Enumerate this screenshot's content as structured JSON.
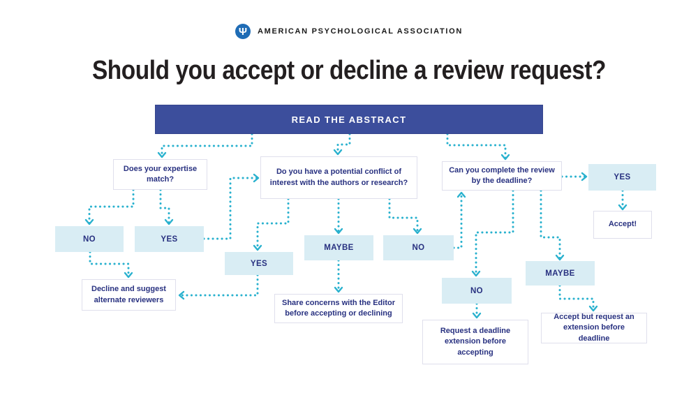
{
  "brand": {
    "logo_symbol": "Ψ",
    "logo_name": "apa-psi-logo",
    "org_name": "AMERICAN PSYCHOLOGICAL ASSOCIATION"
  },
  "title": "Should you accept or decline a review request?",
  "colors": {
    "banner_blue": "#3C4E9C",
    "light_blue_box": "#D9EDF4",
    "navy_text": "#283180",
    "arrow_teal": "#29B1CE",
    "white_box_border": "#DFDFEC",
    "logo_blue": "#1F6CB5",
    "title_color": "#231F20"
  },
  "flowchart": {
    "nodes": {
      "read_abstract": "READ THE ABSTRACT",
      "q_expertise": "Does your expertise match?",
      "q_conflict": "Do you have a potential conflict of interest with the authors or research?",
      "q_deadline": "Can you complete the review by the deadline?",
      "expertise_no": "NO",
      "expertise_yes": "YES",
      "decline_suggest": "Decline and suggest alternate reviewers",
      "conflict_yes": "YES",
      "conflict_maybe": "MAYBE",
      "conflict_no": "NO",
      "share_concerns": "Share concerns with the Editor before accepting or declining",
      "deadline_yes": "YES",
      "deadline_no": "NO",
      "deadline_maybe": "MAYBE",
      "accept": "Accept!",
      "request_extension": "Request a deadline extension before accepting",
      "accept_extension": "Accept but request an extension before deadline"
    },
    "edges": [
      {
        "from": "read_abstract",
        "to": "q_expertise"
      },
      {
        "from": "read_abstract",
        "to": "q_conflict"
      },
      {
        "from": "read_abstract",
        "to": "q_deadline"
      },
      {
        "from": "q_expertise",
        "to": "expertise_no"
      },
      {
        "from": "q_expertise",
        "to": "expertise_yes"
      },
      {
        "from": "expertise_no",
        "to": "decline_suggest"
      },
      {
        "from": "expertise_yes",
        "to": "q_conflict"
      },
      {
        "from": "q_conflict",
        "to": "conflict_yes"
      },
      {
        "from": "q_conflict",
        "to": "conflict_maybe"
      },
      {
        "from": "q_conflict",
        "to": "conflict_no"
      },
      {
        "from": "conflict_yes",
        "to": "decline_suggest"
      },
      {
        "from": "conflict_maybe",
        "to": "share_concerns"
      },
      {
        "from": "conflict_no",
        "to": "q_deadline"
      },
      {
        "from": "q_deadline",
        "to": "deadline_yes"
      },
      {
        "from": "q_deadline",
        "to": "deadline_no"
      },
      {
        "from": "q_deadline",
        "to": "deadline_maybe"
      },
      {
        "from": "deadline_yes",
        "to": "accept"
      },
      {
        "from": "deadline_no",
        "to": "request_extension"
      },
      {
        "from": "deadline_maybe",
        "to": "accept_extension"
      }
    ]
  }
}
